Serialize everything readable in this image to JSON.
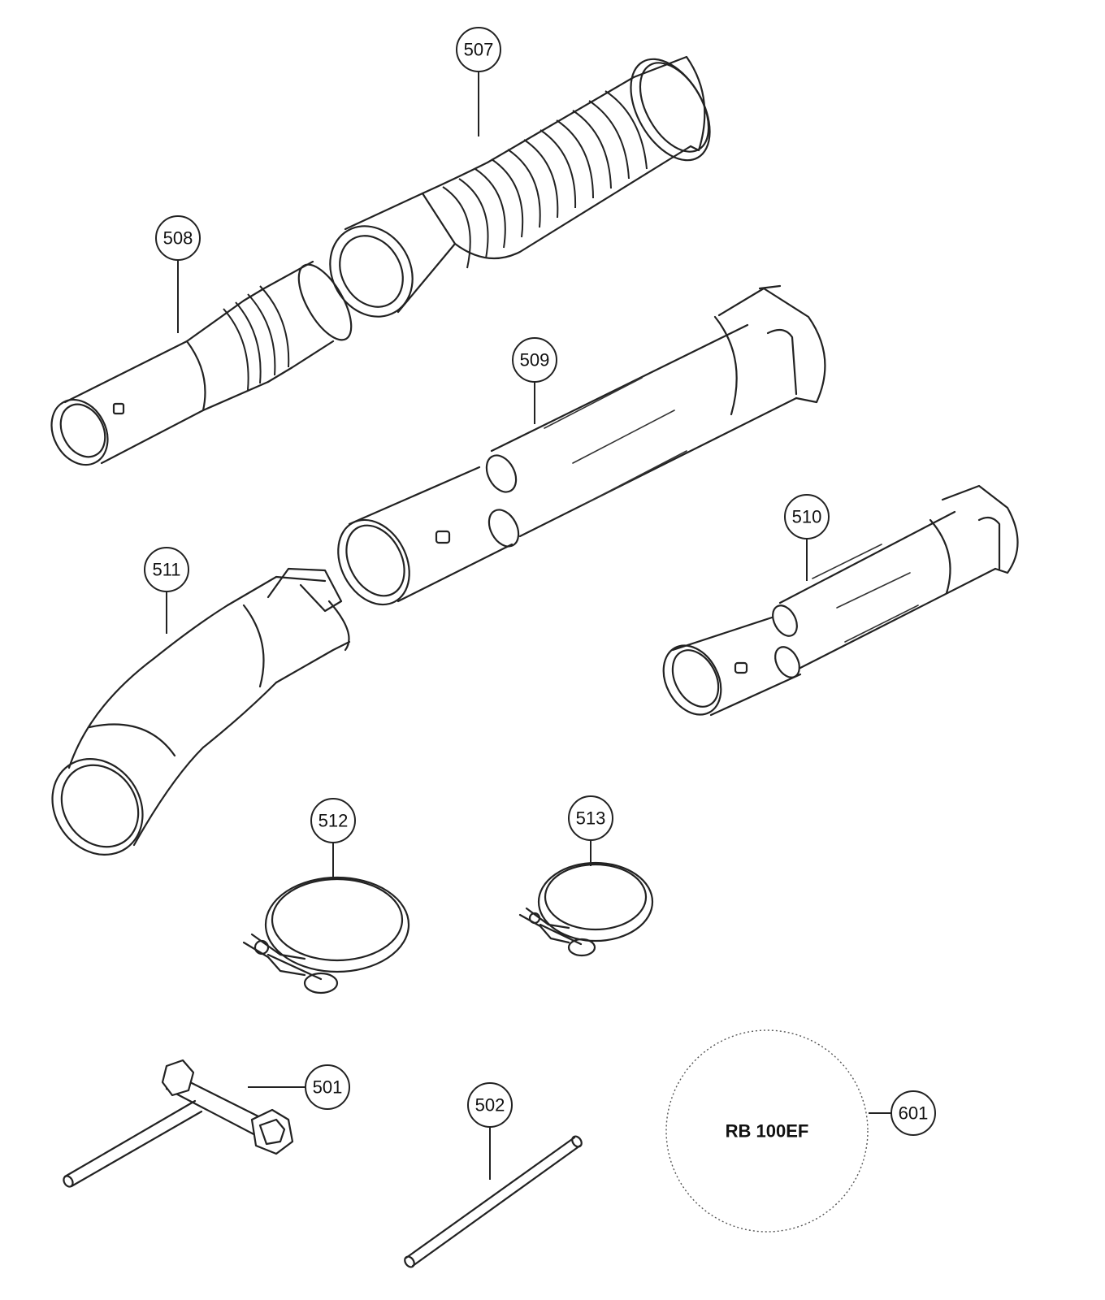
{
  "diagram": {
    "callouts": [
      {
        "id": "507",
        "label": "507"
      },
      {
        "id": "508",
        "label": "508"
      },
      {
        "id": "509",
        "label": "509"
      },
      {
        "id": "510",
        "label": "510"
      },
      {
        "id": "511",
        "label": "511"
      },
      {
        "id": "512",
        "label": "512"
      },
      {
        "id": "513",
        "label": "513"
      },
      {
        "id": "501",
        "label": "501"
      },
      {
        "id": "502",
        "label": "502"
      },
      {
        "id": "601",
        "label": "601"
      }
    ],
    "model_label": "RB 100EF"
  }
}
